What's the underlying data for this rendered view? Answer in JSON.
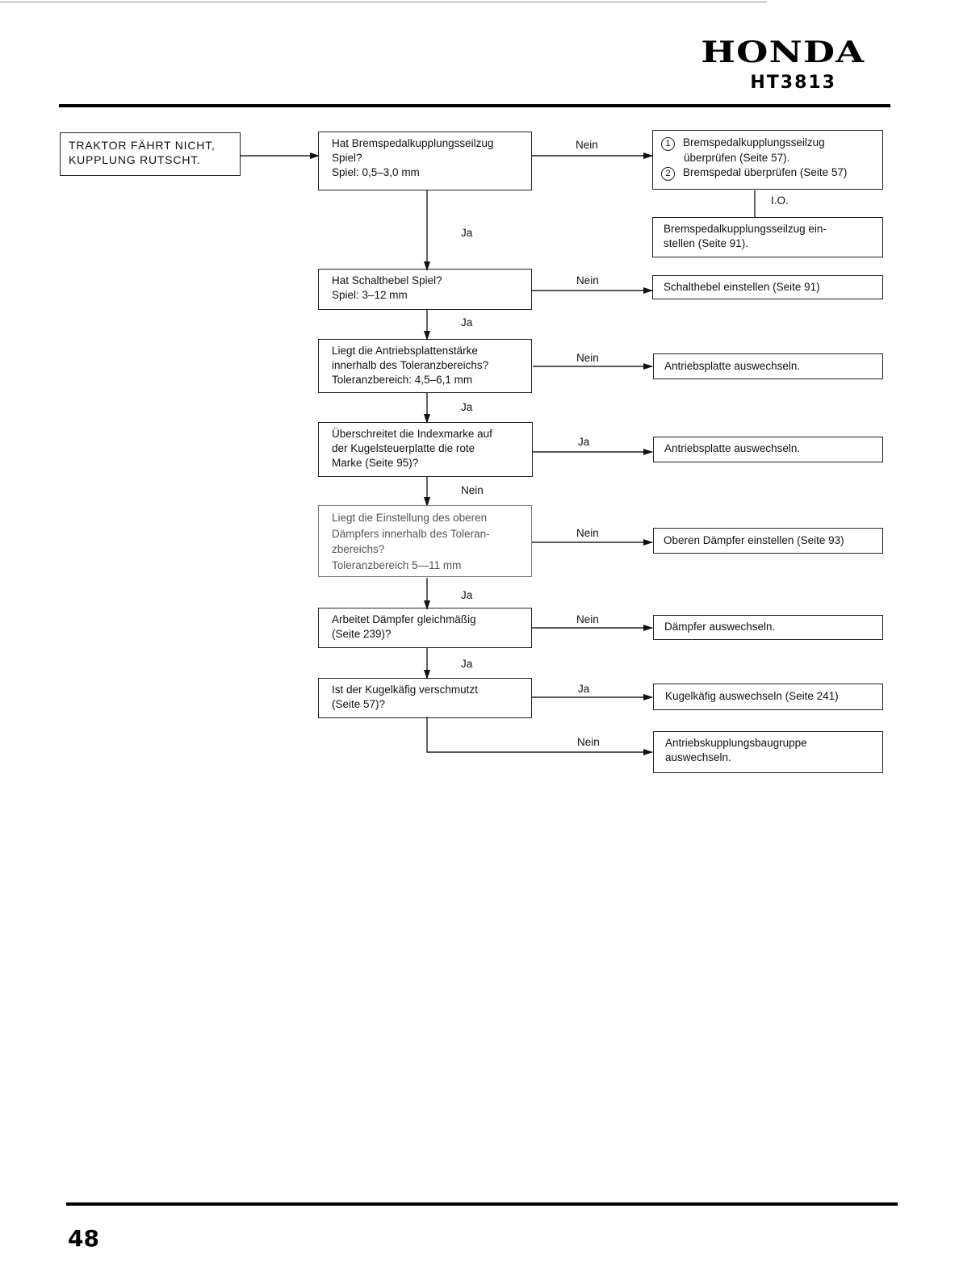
{
  "header": {
    "brand": "HONDA",
    "model": "HT3813"
  },
  "page_number": "48",
  "start": {
    "lines": [
      "TRAKTOR FÄHRT NICHT,",
      "KUPPLUNG RUTSCHT."
    ]
  },
  "questions": [
    {
      "lines": [
        "Hat Bremspedalkupplungsseilzug",
        "Spiel?",
        "Spiel: 0,5–3,0 mm"
      ]
    },
    {
      "lines": [
        "Hat Schalthebel Spiel?",
        "Spiel: 3–12 mm"
      ]
    },
    {
      "lines": [
        "Liegt die Antriebsplattenstärke",
        "innerhalb des Toleranzbereichs?",
        "Toleranzbereich: 4,5–6,1 mm"
      ]
    },
    {
      "lines": [
        "Überschreitet die Indexmarke auf",
        "der Kugelsteuerplatte die rote",
        "Marke (Seite 95)?"
      ]
    },
    {
      "lines": [
        "Liegt die Einstellung des oberen",
        "Dämpfers innerhalb des Toleran-",
        "zbereichs?",
        "Toleranzbereich 5—11 mm"
      ]
    },
    {
      "lines": [
        "Arbeitet Dämpfer gleichmäßig",
        "(Seite 239)?"
      ]
    },
    {
      "lines": [
        "Ist der Kugelkäfig verschmutzt",
        "(Seite 57)?"
      ]
    }
  ],
  "checks": {
    "items": [
      {
        "num": "1",
        "lines": [
          "Bremspedalkupplungsseilzug",
          "überprüfen (Seite 57)."
        ]
      },
      {
        "num": "2",
        "lines": [
          "Bremspedal überprüfen (Seite 57)"
        ]
      }
    ]
  },
  "io_label": "I.O.",
  "adjust_cable": {
    "lines": [
      "Bremspedalkupplungsseilzug ein-",
      "stellen (Seite 91)."
    ]
  },
  "actions": [
    {
      "lines": [
        "Schalthebel einstellen (Seite 91)"
      ]
    },
    {
      "lines": [
        "Antriebsplatte auswechseln."
      ]
    },
    {
      "lines": [
        "Antriebsplatte auswechseln."
      ]
    },
    {
      "lines": [
        "Oberen Dämpfer einstellen (Seite 93)"
      ]
    },
    {
      "lines": [
        "Dämpfer auswechseln."
      ]
    },
    {
      "lines": [
        "Kugelkäfig auswechseln (Seite 241)"
      ]
    },
    {
      "lines": [
        "Antriebskupplungsbaugruppe",
        "auswechseln."
      ]
    }
  ],
  "side_labels": [
    "Nein",
    "Nein",
    "Nein",
    "Ja",
    "Nein",
    "Nein",
    "Ja",
    "Nein"
  ],
  "down_labels": [
    "Ja",
    "Ja",
    "Ja",
    "Nein",
    "Ja",
    "Ja"
  ]
}
